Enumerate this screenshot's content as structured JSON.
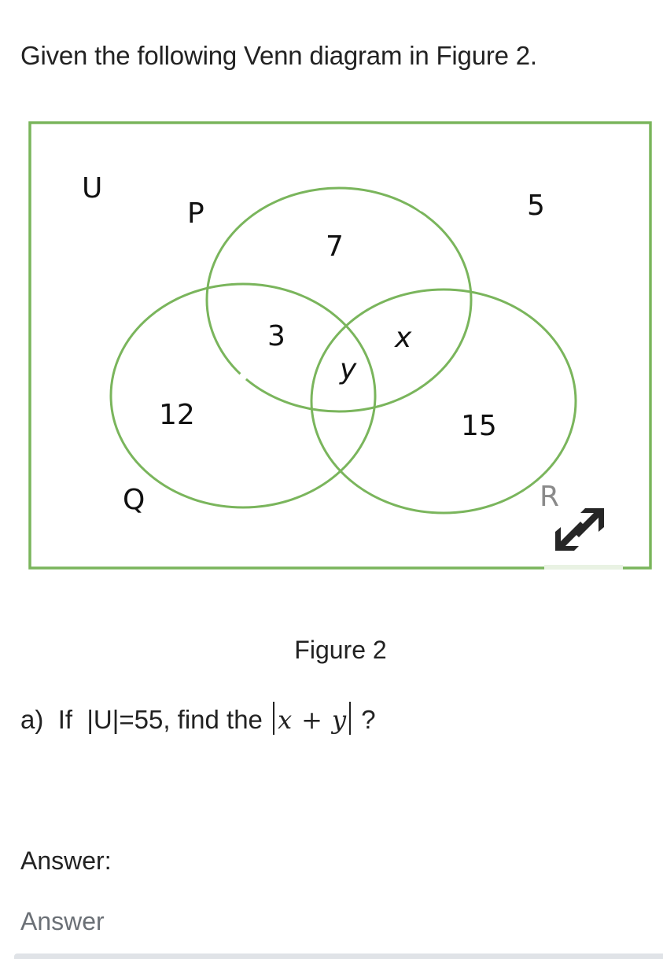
{
  "question": {
    "intro": "Given the following Venn diagram in Figure 2.",
    "caption": "Figure 2",
    "part_label": "a)",
    "text_before": "If  |U|=55, find the",
    "math_x": "x",
    "math_plus": "+",
    "math_y": "y",
    "text_after": "?"
  },
  "diagram": {
    "universe_label": "U",
    "sets": [
      {
        "name": "P",
        "only": "7"
      },
      {
        "name": "Q",
        "only": "12"
      },
      {
        "name": "R",
        "only": "15"
      }
    ],
    "regions": {
      "P_and_Q_only": "3",
      "P_and_R_only": "x",
      "P_and_Q_and_R": "y",
      "outside": "5"
    },
    "colors": {
      "outline": "#7ab55c",
      "text": "#111111",
      "r_label": "#8a8a8a"
    },
    "expand_icon": "expand-arrows-icon"
  },
  "answer": {
    "label": "Answer:",
    "placeholder": "Answer",
    "value": ""
  }
}
